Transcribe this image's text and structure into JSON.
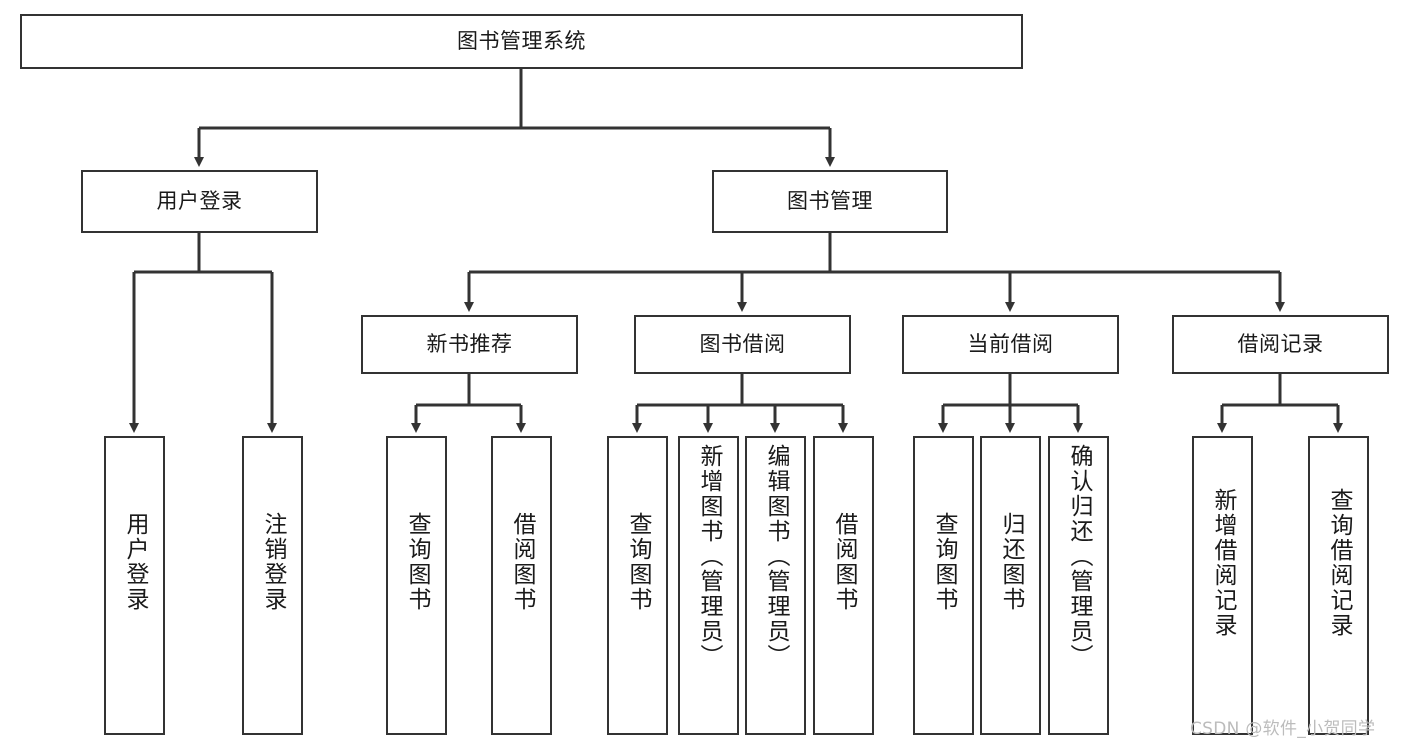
{
  "diagram": {
    "type": "tree-hierarchy",
    "title": "图书管理系统",
    "root": {
      "id": "root",
      "label": "图书管理系统"
    },
    "level1": [
      {
        "id": "user-login",
        "label": "用户登录"
      },
      {
        "id": "book-mgmt",
        "label": "图书管理"
      }
    ],
    "level2": [
      {
        "id": "new-book-rec",
        "label": "新书推荐",
        "parent": "book-mgmt"
      },
      {
        "id": "book-borrow",
        "label": "图书借阅",
        "parent": "book-mgmt"
      },
      {
        "id": "current-borrow",
        "label": "当前借阅",
        "parent": "book-mgmt"
      },
      {
        "id": "borrow-record",
        "label": "借阅记录",
        "parent": "book-mgmt"
      }
    ],
    "leaves": [
      {
        "id": "leaf-user-login",
        "label": "用户登录",
        "parent": "user-login"
      },
      {
        "id": "leaf-logout",
        "label": "注销登录",
        "parent": "user-login"
      },
      {
        "id": "leaf-query-book-1",
        "label": "查询图书",
        "parent": "new-book-rec"
      },
      {
        "id": "leaf-borrow-book-1",
        "label": "借阅图书",
        "parent": "new-book-rec"
      },
      {
        "id": "leaf-query-book-2",
        "label": "查询图书",
        "parent": "book-borrow"
      },
      {
        "id": "leaf-add-book",
        "label": "新增图书（管理员）",
        "parent": "book-borrow"
      },
      {
        "id": "leaf-edit-book",
        "label": "编辑图书（管理员）",
        "parent": "book-borrow"
      },
      {
        "id": "leaf-borrow-book-2",
        "label": "借阅图书",
        "parent": "book-borrow"
      },
      {
        "id": "leaf-query-book-3",
        "label": "查询图书",
        "parent": "current-borrow"
      },
      {
        "id": "leaf-return-book",
        "label": "归还图书",
        "parent": "current-borrow"
      },
      {
        "id": "leaf-confirm-return",
        "label": "确认归还（管理员）",
        "parent": "current-borrow"
      },
      {
        "id": "leaf-add-record",
        "label": "新增借阅记录",
        "parent": "borrow-record"
      },
      {
        "id": "leaf-query-record",
        "label": "查询借阅记录",
        "parent": "borrow-record"
      }
    ],
    "watermark": "CSDN @软件_小贺同学",
    "colors": {
      "border": "#333333",
      "background": "#ffffff",
      "text": "#1a1a1a",
      "watermark": "#bcbcbc"
    }
  }
}
